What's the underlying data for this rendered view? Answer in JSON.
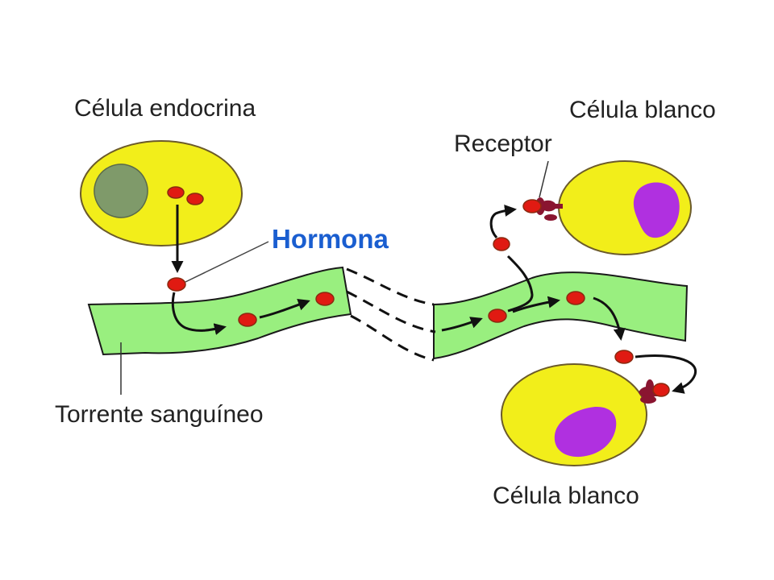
{
  "labels": {
    "endocrine_cell": "Célula endocrina",
    "target_cell_top": "Célula blanco",
    "receptor": "Receptor",
    "hormone": "Hormona",
    "bloodstream": "Torrente sanguíneo",
    "target_cell_bottom": "Célula blanco"
  },
  "colors": {
    "cell_fill": "#f2ee1a",
    "cell_outline": "#6b5a2a",
    "endocrine_nucleus": "#7f9a6a",
    "target_nucleus": "#b030e0",
    "vessel_fill": "#99ef7f",
    "vessel_outline": "#1a1a1a",
    "hormone": "#e01a12",
    "hormone_outline": "#8a2a10",
    "receptor": "#8a1530",
    "hormone_label": "#1a5ed0",
    "arrow": "#111111"
  }
}
